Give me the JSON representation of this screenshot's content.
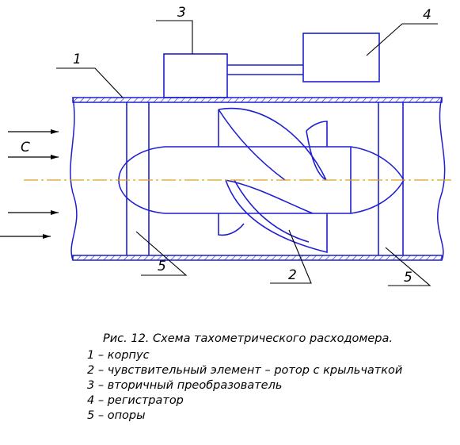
{
  "labels": {
    "flow": "C",
    "body": "1",
    "sensor": "2",
    "converter": "3",
    "register": "4",
    "support_left": "5",
    "support_right": "5"
  },
  "caption": "Рис. 12. Схема тахометрического расходомера.",
  "legend": [
    "1 – корпус",
    "2 – чувствительный элемент – ротор с крыльчаткой",
    "3 – вторичный преобразователь",
    "4 – регистратор",
    "5 – опоры"
  ],
  "colors": {
    "body_lines": "#1f1fd1",
    "axis_line": "#d9a21a",
    "leaders": "#000000"
  }
}
